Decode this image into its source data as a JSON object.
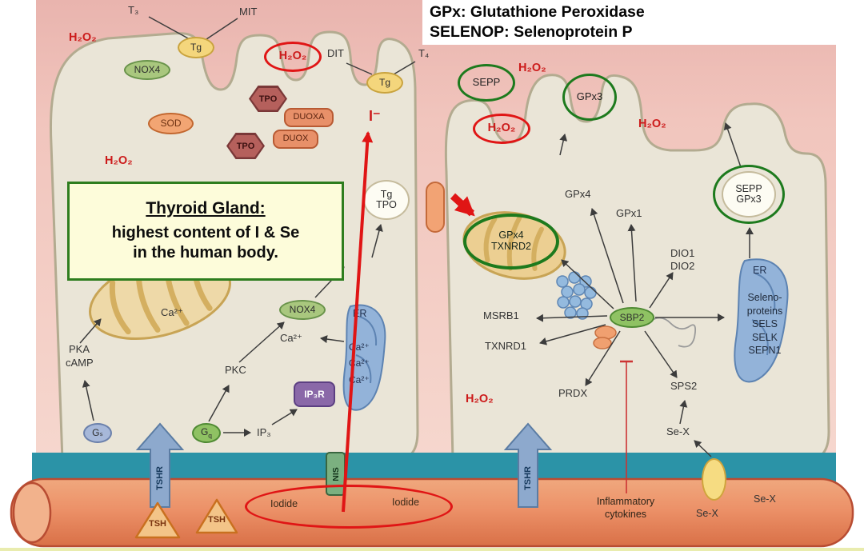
{
  "legend": {
    "line1": "GPx: Glutathione Peroxidase",
    "line2": "SELENOP: Selenoprotein P"
  },
  "infobox": {
    "title": "Thyroid Gland:",
    "line1": "highest content of I & Se",
    "line2": "in the human body."
  },
  "left_cell": {
    "h2o2_top": "H₂O₂",
    "t3": "T₃",
    "mit": "MIT",
    "tg_apical": "Tg",
    "nox4_top": "NOX4",
    "h2o2_circled": "H₂O₂",
    "dit": "DIT",
    "t4": "T₄",
    "tg_lumen": "Tg",
    "tpo_upper": "TPO",
    "sod": "SOD",
    "duoxa": "DUOXA",
    "tpo_lower": "TPO",
    "duox": "DUOX",
    "h2o2_mid": "H₂O₂",
    "tg_tpo_line1": "Tg",
    "tg_tpo_line2": "TPO",
    "iodide_ion": "I⁻",
    "ca_mito": "Ca²⁺",
    "nox4_inner": "NOX4",
    "ca_cyto": "Ca²⁺",
    "er": "ER",
    "er_ca1": "Ca²⁺",
    "er_ca2": "Ca²⁺",
    "er_ca3": "Ca²⁺",
    "pka": "PKA",
    "camp": "cAMP",
    "pkc": "PKC",
    "ip3r": "IP₃R",
    "gs": "Gₛ",
    "gq_base": "G",
    "gq_sub": "q",
    "ip3": "IP₃",
    "tshr": "TSHR",
    "nis": "NIS",
    "tsh_1": "TSH",
    "tsh_2": "TSH",
    "iodide_1": "Iodide",
    "iodide_2": "Iodide"
  },
  "right_cell": {
    "sepp": "SEPP",
    "h2o2_top": "H₂O₂",
    "gpx3": "GPx3",
    "h2o2_circled": "H₂O₂",
    "h2o2_right": "H₂O₂",
    "gpx4": "GPx4",
    "gpx1": "GPx1",
    "sepp_gpx3_line1": "SEPP",
    "sepp_gpx3_line2": "GPx3",
    "gpx4_txnrd2_line1": "GPx4",
    "gpx4_txnrd2_line2": "TXNRD2",
    "dio1": "DIO1",
    "dio2": "DIO2",
    "er": "ER",
    "seleno_line1": "Seleno-",
    "seleno_line2": "proteins",
    "sels": "SELS",
    "selk": "SELK",
    "sepn1": "SEPN1",
    "msrb1": "MSRB1",
    "sbp2": "SBP2",
    "txnrd1": "TXNRD1",
    "h2o2_bottom": "H₂O₂",
    "prdx": "PRDX",
    "sps2": "SPS2",
    "sex_cyto": "Se-X",
    "tshr": "TSHR",
    "inflammatory_line1": "Inflammatory",
    "inflammatory_line2": "cytokines",
    "sex_vessel": "Se-X",
    "sex_right": "Se-X"
  },
  "palette": {
    "h2o2_red": "#cc1a1a",
    "highlight_green": "#1d7a1d",
    "highlight_red": "#e01515",
    "teal_band": "#2b93a7",
    "vessel_orange": "#ec9168",
    "cell_fill": "#eae5d7",
    "extracellular_pink": "#f1c5bd",
    "infobox_yellow": "#fdfcda"
  }
}
